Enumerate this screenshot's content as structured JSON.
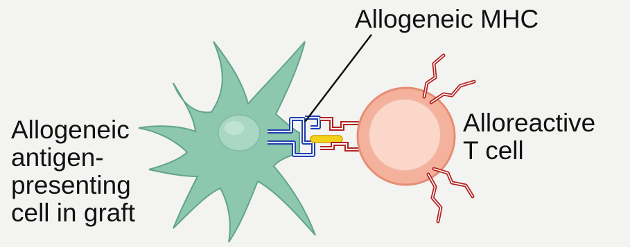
{
  "labels": {
    "mhc": "Allogeneic MHC",
    "apc": [
      "Allogeneic",
      "antigen-",
      "presenting",
      "cell in graft"
    ],
    "tcell": [
      "Alloreactive",
      "T cell"
    ]
  },
  "colors": {
    "background": "#f3f3f1",
    "apc_fill": "#8cc7ae",
    "apc_nucleus": "#a9d7c4",
    "tcell_fill": "#f4b19c",
    "tcell_core": "#fbd7ca",
    "receptor": "#b22222",
    "mhc": "#1f3fb0",
    "peptide": "#f2d31a"
  }
}
